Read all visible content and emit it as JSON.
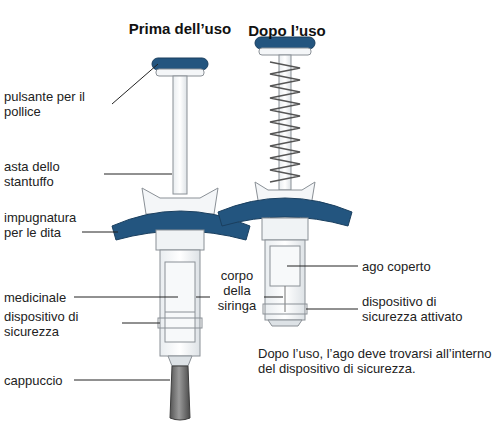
{
  "diagram": {
    "labels": [
      "Prima dell’uso",
      "Dopo l’uso",
      "pulsante per il pollice",
      "asta dello stantuffo",
      "impugnatura per le dita",
      "corpo della siringa",
      "medicinale",
      "dispositivo di sicurezza",
      "cappuccio",
      "ago coperto",
      "dispositivo di sicurezza attivato",
      "Dopo l’uso, l’ago deve trovarsi all’interno del dispositivo di sicurezza."
    ]
  }
}
